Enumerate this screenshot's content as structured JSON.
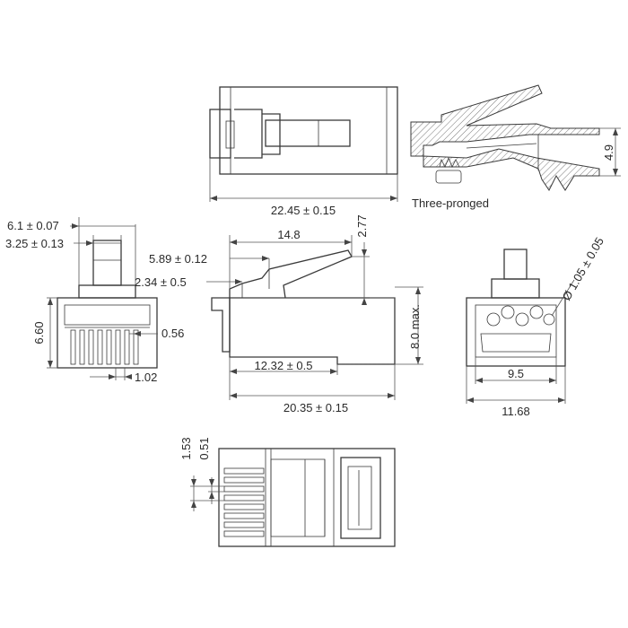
{
  "labels": {
    "top_length": "22.45 ± 0.15",
    "section_height": "4.9",
    "section_caption": "Three-pronged",
    "front_width": "6.1 ± 0.07",
    "front_latch_width": "3.25 ± 0.13",
    "front_height": "6.60",
    "front_pin": "0.56",
    "front_pitch": "1.02",
    "side_latch_length": "14.8",
    "side_latch_height": "2.77",
    "side_step_a": "5.89 ± 0.12",
    "side_step_b": "2.34 ± 0.5",
    "side_height": "8.0 max.",
    "side_inner_length": "12.32 ± 0.5",
    "side_total_length": "20.35 ± 0.15",
    "rear_hole": "Ø 1.05 ± 0.05",
    "rear_inner_width": "9.5",
    "rear_outer_width": "11.68",
    "bottom_contact_a": "1.53",
    "bottom_contact_b": "0.51"
  },
  "colors": {
    "line": "#3a3a3a",
    "dimension": "#555555",
    "text": "#2a2a2a"
  }
}
